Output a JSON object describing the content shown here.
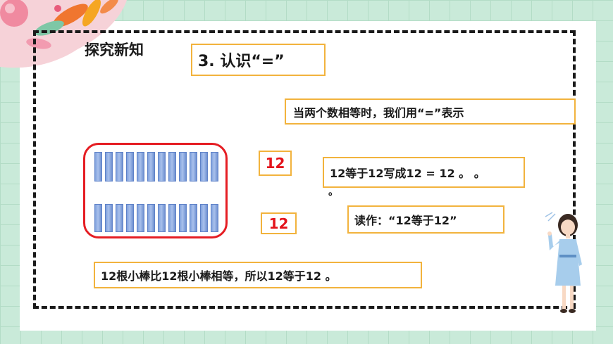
{
  "section_title": "探究新知",
  "lesson": {
    "title": "3. 认识“=”"
  },
  "definition": "当两个数相等时，我们用“=”表示",
  "numbers": {
    "top": "12",
    "bottom": "12"
  },
  "equation_text": "12等于12写成12 = 12 。 。",
  "stray_mark": "。",
  "reading_text": "读作：“12等于12”",
  "summary_text": "12根小棒比12根小棒相等，所以12等于12 。",
  "sticks": {
    "top_row_count": 12,
    "bottom_row_count": 12
  },
  "colors": {
    "accent_border": "#f2b33d",
    "red": "#e3131b",
    "stick": "#8aa9e3",
    "background": "#c9ead9"
  }
}
